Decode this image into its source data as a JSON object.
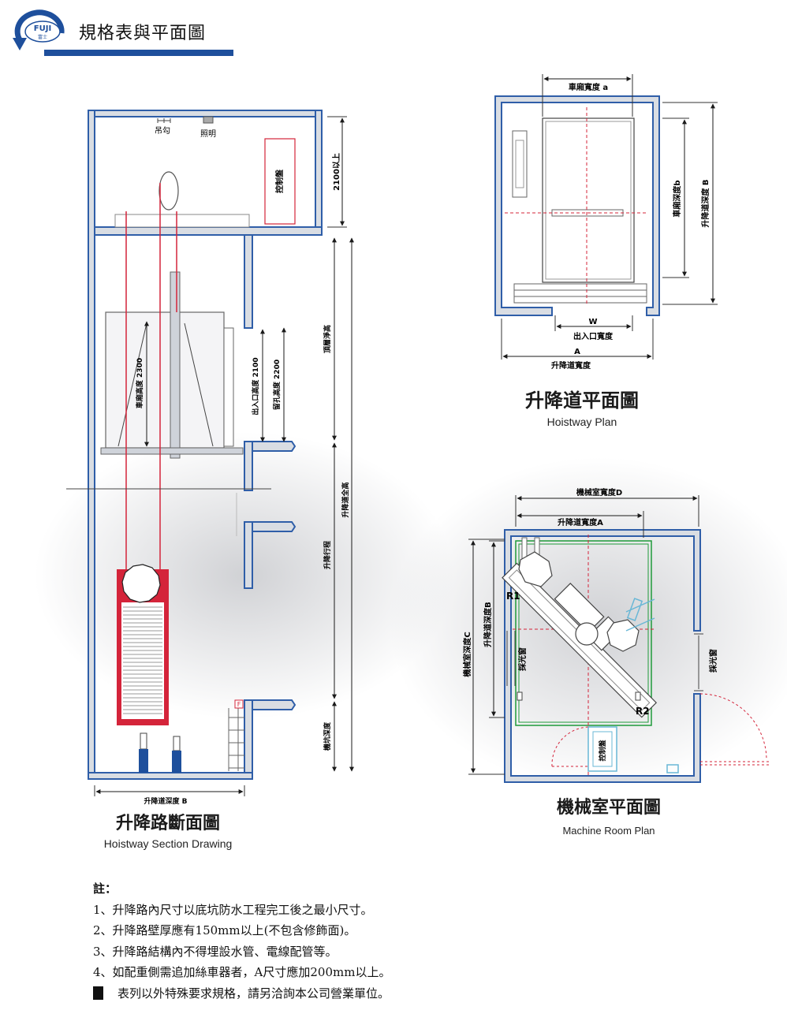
{
  "header": {
    "title": "規格表與平面圖",
    "logo_text": "FUJI",
    "logo_sub": "富士"
  },
  "colors": {
    "wall": "#2f5ea8",
    "wall_fill": "#d9dde3",
    "rope": "#d4243a",
    "dim": "#1a1a1a",
    "green": "#1f9a3a",
    "light_blue": "#69b7d6",
    "header_bar": "#1e4f9c"
  },
  "section": {
    "labels": {
      "hook": "吊勾",
      "lighting": "照明",
      "control_panel": "控制盤",
      "headroom_min": "2100以上",
      "car_height": "車廂高度 2300",
      "entrance_height": "出入口高度 2100",
      "opening_height": "留孔高度 2200",
      "overhead": "頂層淨高",
      "total_height": "升降道全高",
      "travel": "升降行程",
      "pit_depth": "機坑深度",
      "hoistway_depth": "升降道深度 B",
      "f_mark": "F"
    },
    "title_zh": "升降路斷面圖",
    "title_en": "Hoistway Section Drawing"
  },
  "hoistway_plan": {
    "labels": {
      "car_width": "車廂寬度 a",
      "car_depth": "車廂深度b",
      "hoistway_depth": "升降道深度 B",
      "w_mark": "W",
      "entrance_width": "出入口寬度",
      "a_mark": "A",
      "hoistway_width": "升降道寬度"
    },
    "title_zh": "升降道平面圖",
    "title_en": "Hoistway Plan"
  },
  "machine_plan": {
    "labels": {
      "room_width": "機械室寬度D",
      "hoistway_width": "升降道寬度A",
      "room_depth": "機械室深度C",
      "hoistway_depth": "升降道深度B",
      "window_left": "採光窗",
      "window_right": "採光窗",
      "r1": "R1",
      "r2": "R2",
      "control_panel": "控制盤"
    },
    "title_zh": "機械室平面圖",
    "title_en": "Machine Room Plan"
  },
  "notes": {
    "heading": "註：",
    "items": [
      "1、升降路內尺寸以底坑防水工程完工後之最小尺寸。",
      "2、升降路壁厚應有150mm以上(不包含修飾面)。",
      "3、升降路結構內不得埋設水管、電線配管等。",
      "4、如配重側需追加絲車器者，A尺寸應加200mm以上。"
    ],
    "last": "表列以外特殊要求規格，請另洽詢本公司營業單位。"
  }
}
